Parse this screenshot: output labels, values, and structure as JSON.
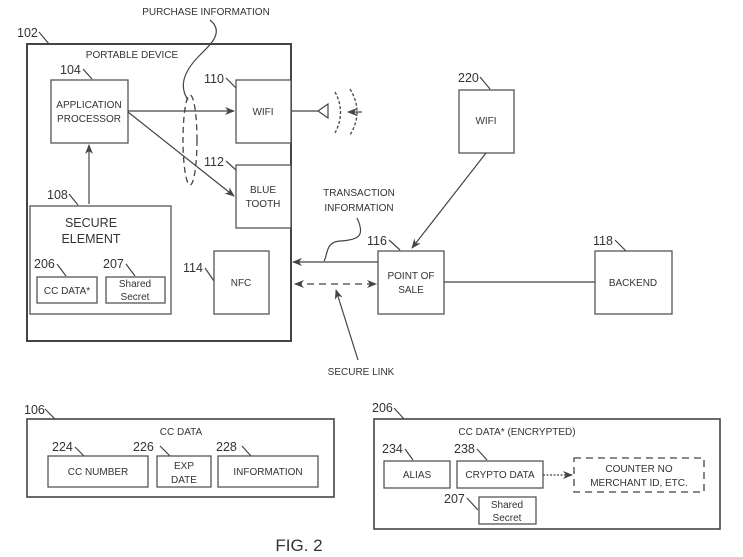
{
  "figure": {
    "caption": "FIG. 2",
    "annotations": {
      "purchase_information": "PURCHASE INFORMATION",
      "transaction_information_line1": "TRANSACTION",
      "transaction_information_line2": "INFORMATION",
      "secure_link": "SECURE LINK"
    },
    "portable_device": {
      "ref": "102",
      "title": "PORTABLE DEVICE",
      "application_processor": {
        "ref": "104",
        "line1": "APPLICATION",
        "line2": "PROCESSOR"
      },
      "wifi": {
        "ref": "110",
        "label": "WIFI"
      },
      "bluetooth": {
        "ref": "112",
        "line1": "BLUE",
        "line2": "TOOTH"
      },
      "nfc": {
        "ref": "114",
        "label": "NFC"
      },
      "secure_element": {
        "ref": "108",
        "line1": "SECURE",
        "line2": "ELEMENT",
        "cc_data": {
          "ref": "206",
          "label": "CC DATA*"
        },
        "shared_secret": {
          "ref": "207",
          "line1": "Shared",
          "line2": "Secret"
        }
      }
    },
    "external_wifi": {
      "ref": "220",
      "label": "WIFI"
    },
    "point_of_sale": {
      "ref": "116",
      "line1": "POINT OF",
      "line2": "SALE"
    },
    "backend": {
      "ref": "118",
      "label": "BACKEND"
    },
    "cc_data_panel": {
      "ref": "106",
      "title": "CC DATA",
      "cc_number": {
        "ref": "224",
        "label": "CC NUMBER"
      },
      "exp_date": {
        "ref": "226",
        "line1": "EXP",
        "line2": "DATE"
      },
      "information": {
        "ref": "228",
        "label": "INFORMATION"
      }
    },
    "encrypted_panel": {
      "ref": "206",
      "title": "CC DATA* (ENCRYPTED)",
      "alias": {
        "ref": "234",
        "label": "ALIAS"
      },
      "crypto_data": {
        "ref": "238",
        "label": "CRYPTO DATA"
      },
      "counter": {
        "line1": "COUNTER NO",
        "line2": "MERCHANT ID, ETC."
      },
      "shared_secret": {
        "ref": "207",
        "line1": "Shared",
        "line2": "Secret"
      }
    }
  }
}
